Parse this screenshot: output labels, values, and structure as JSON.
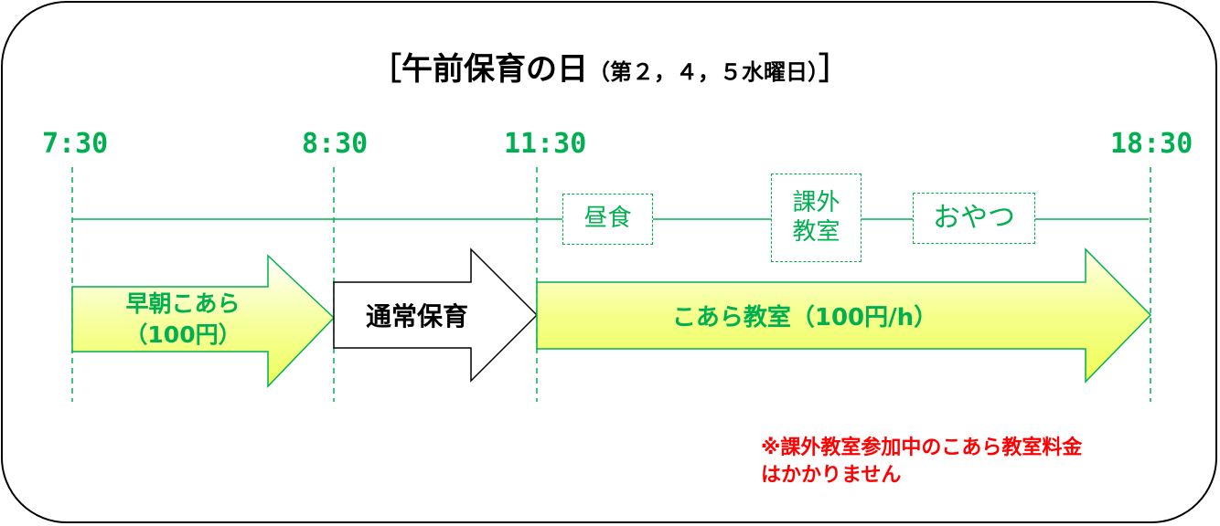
{
  "title": {
    "open_bracket": "［",
    "main": "午前保育の日",
    "sub": "（第２，４，５水曜日）",
    "close_bracket": "］"
  },
  "timeline": {
    "times": [
      "7:30",
      "8:30",
      "11:30",
      "18:30"
    ]
  },
  "events": {
    "lunch": "昼食",
    "extracurricular": [
      "課外",
      "教室"
    ],
    "snack": "おやつ"
  },
  "arrows": {
    "early_morning": {
      "line1": "早朝こあら",
      "line2": "（100円）"
    },
    "regular": {
      "label": "通常保育"
    },
    "koala_class": {
      "label": "こあら教室（100円/h）"
    }
  },
  "note": {
    "line1": "※課外教室参加中のこあら教室料金",
    "line2": "はかかりません"
  },
  "colors": {
    "green": "#00b050",
    "red": "#ff0000",
    "arrow_fill_light": "#ffffe0",
    "arrow_fill_yellow": "#eeff66"
  }
}
